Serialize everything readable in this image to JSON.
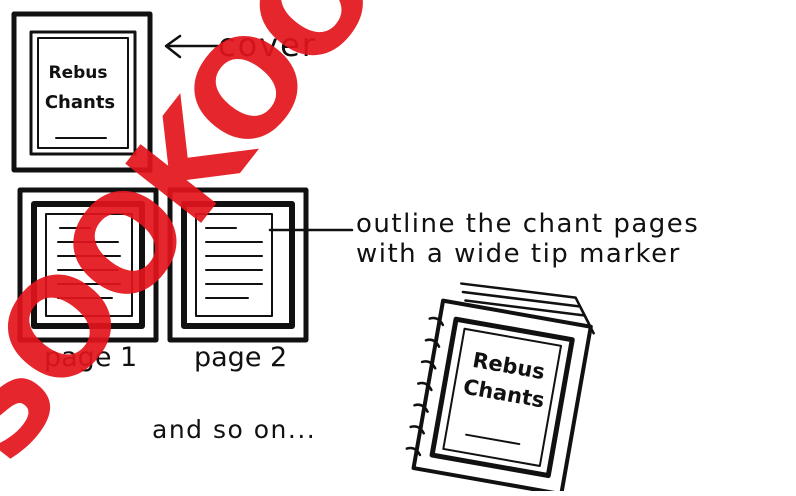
{
  "cover": {
    "title_line1": "Rebus",
    "title_line2": "Chants",
    "arrow_label": "cover"
  },
  "pages": [
    {
      "label": "page 1"
    },
    {
      "label": "page 2"
    }
  ],
  "note": {
    "line1": "outline the chant pages",
    "line2": "with a wide tip marker"
  },
  "book": {
    "title_line1": "Rebus",
    "title_line2": "Chants"
  },
  "footer": {
    "text": "and so on..."
  },
  "watermark": {
    "text": "SOOKOO",
    "color": "#e3141c"
  }
}
